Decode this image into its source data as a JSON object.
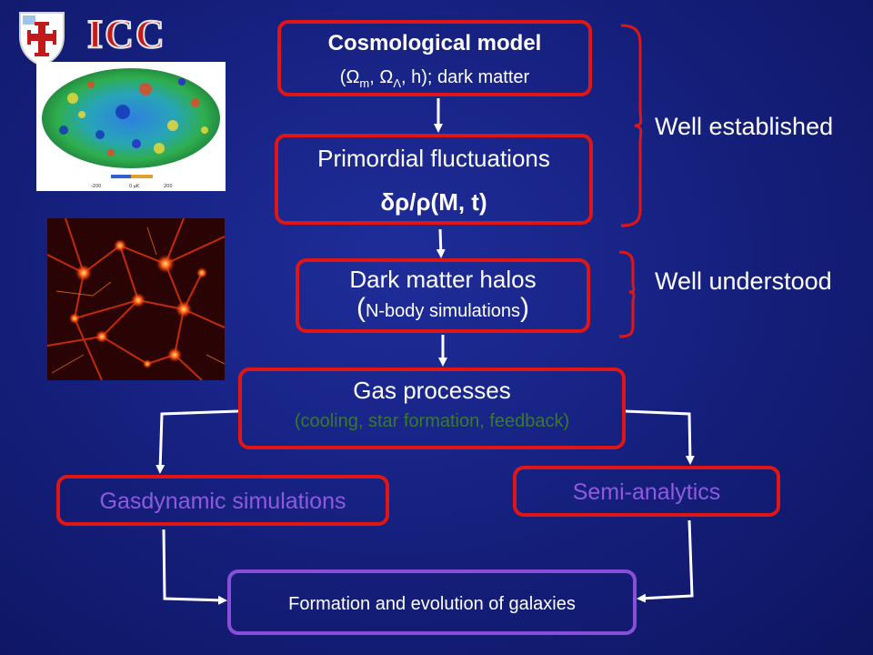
{
  "logo": {
    "text": "ICC"
  },
  "boxes": {
    "cosmological_model": {
      "title": "Cosmological model",
      "params_prefix": "(",
      "omega_m": "Ω",
      "omega_m_sub": "m",
      "sep1": ", ",
      "omega_l": "Ω",
      "omega_l_sub": "Λ",
      "params_suffix": ", h); dark matter"
    },
    "primordial": {
      "title": "Primordial fluctuations",
      "formula": "δρ/ρ(M, t)"
    },
    "halos": {
      "title": "Dark matter halos",
      "paren_open": "(",
      "subtitle": "N-body simulations",
      "paren_close": ")"
    },
    "gas": {
      "title": "Gas processes",
      "subtitle": "(cooling, star formation, feedback)"
    },
    "gasdynamic": {
      "title": "Gasdynamic simulations"
    },
    "semi_analytics": {
      "title": "Semi-analytics"
    },
    "formation": {
      "title": "Formation and evolution of galaxies"
    }
  },
  "labels": {
    "well_established": "Well established",
    "well_understood": "Well understood"
  },
  "colors": {
    "background": "#162180",
    "box_border": "#e01616",
    "final_box_border": "#8a4fd8",
    "gas_subtitle": "#3a7a28",
    "purple_text": "#8f5ae0",
    "arrow": "#ffffff",
    "brace": "#e01616"
  },
  "icons": [
    "shield-icon",
    "cmb-map-image",
    "dark-matter-web-image"
  ]
}
